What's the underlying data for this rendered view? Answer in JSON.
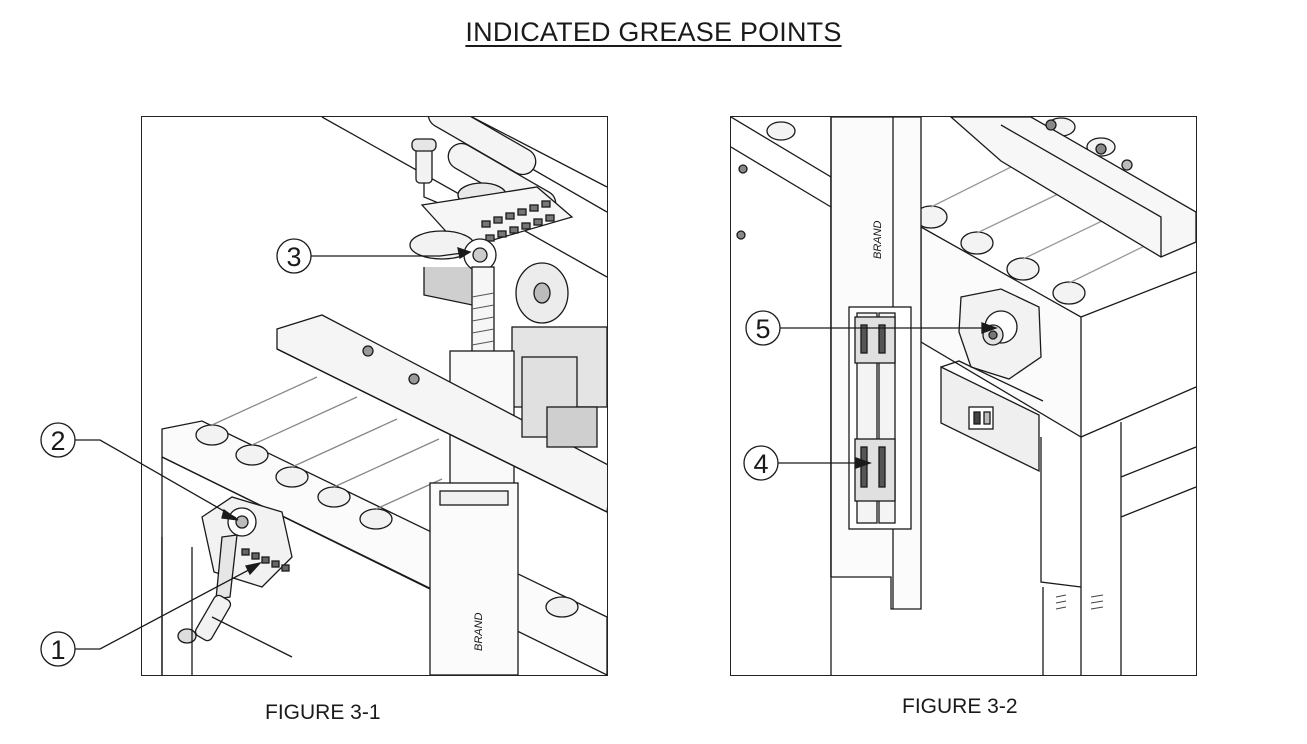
{
  "page": {
    "title": "INDICATED GREASE POINTS"
  },
  "figures": [
    {
      "caption": "FIGURE 3-1",
      "brand_text": "BRAND"
    },
    {
      "caption": "FIGURE 3-2",
      "brand_text": "BRAND"
    }
  ],
  "callouts": [
    "1",
    "2",
    "3",
    "4",
    "5"
  ],
  "colors": {
    "line": "#1a1a1a",
    "fill_light": "#f2f2f2",
    "fill_mid": "#d9d9d9",
    "fill_dark": "#8a8a8a"
  }
}
